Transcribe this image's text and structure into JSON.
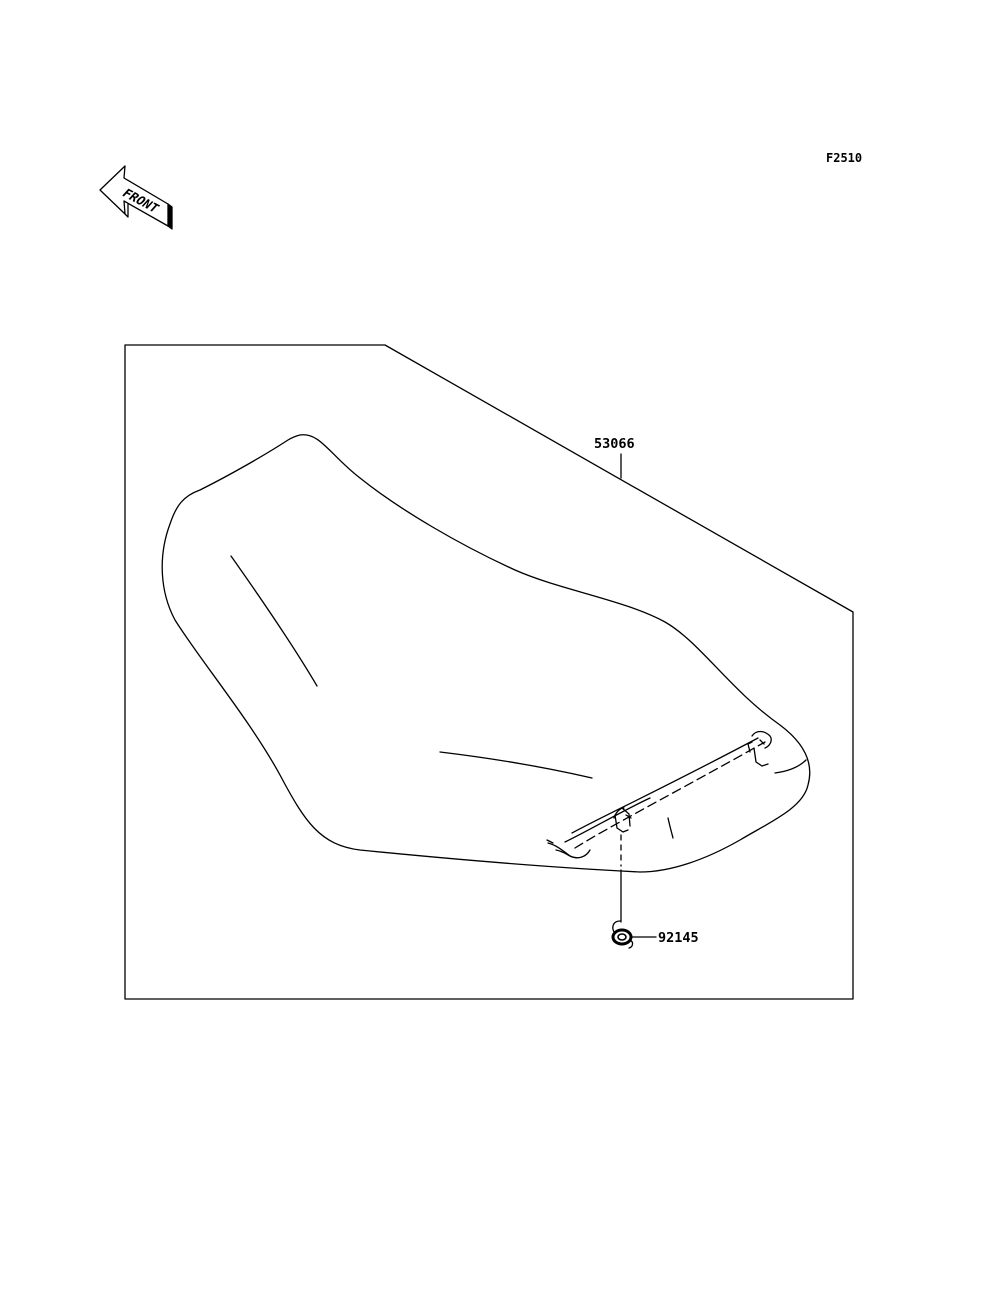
{
  "figure_code": "F2510",
  "front_arrow": {
    "label": "FRONT",
    "icon": "front-arrow-icon"
  },
  "parts": [
    {
      "number": "53066",
      "description_icon": "seat-icon"
    },
    {
      "number": "92145",
      "description_icon": "spring-icon"
    }
  ],
  "colors": {
    "line": "#000000",
    "background": "#ffffff"
  }
}
